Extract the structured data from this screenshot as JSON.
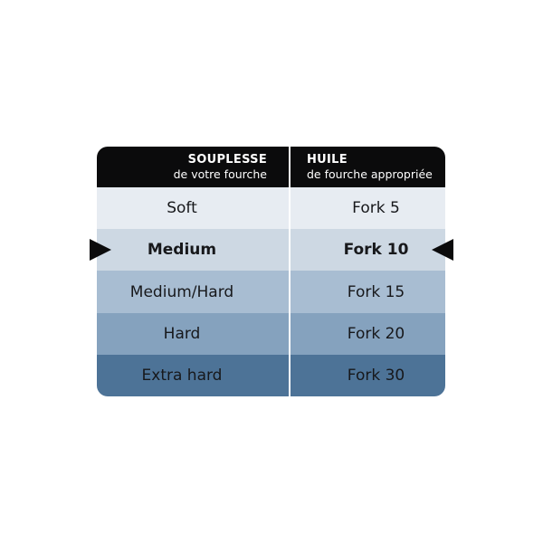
{
  "table": {
    "header": {
      "background": "#0b0b0c",
      "text_color": "#ffffff",
      "col1": {
        "title": "SOUPLESSE",
        "subtitle": "de votre fourche"
      },
      "col2": {
        "title": "HUILE",
        "subtitle": "de fourche appropriée"
      }
    },
    "rows": [
      {
        "souplesse": "Soft",
        "huile": "Fork 5",
        "color": "#e7ecf2",
        "highlighted": false
      },
      {
        "souplesse": "Medium",
        "huile": "Fork 10",
        "color": "#cdd8e3",
        "highlighted": true
      },
      {
        "souplesse": "Medium/Hard",
        "huile": "Fork 15",
        "color": "#a8bdd2",
        "highlighted": false
      },
      {
        "souplesse": "Hard",
        "huile": "Fork 20",
        "color": "#85a2be",
        "highlighted": false
      },
      {
        "souplesse": "Extra hard",
        "huile": "Fork 30",
        "color": "#4d7397",
        "highlighted": false
      }
    ],
    "divider_color": "#ffffff",
    "row_text_color": "#17181b",
    "arrow_color": "#0b0b0c"
  },
  "chart_data": {
    "type": "table",
    "title": "",
    "columns": [
      "SOUPLESSE de votre fourche",
      "HUILE de fourche appropriée"
    ],
    "rows": [
      [
        "Soft",
        "Fork 5"
      ],
      [
        "Medium",
        "Fork 10"
      ],
      [
        "Medium/Hard",
        "Fork 15"
      ],
      [
        "Hard",
        "Fork 20"
      ],
      [
        "Extra hard",
        "Fork 30"
      ]
    ],
    "highlighted_row": "Medium",
    "layout_hints": {
      "row_background_gradient": [
        "#e7ecf2",
        "#cdd8e3",
        "#a8bdd2",
        "#85a2be",
        "#4d7397"
      ],
      "header_background": "#0b0b0c",
      "highlight_markers": "black triangles pointing at the Medium / Fork 10 row from both sides"
    }
  }
}
